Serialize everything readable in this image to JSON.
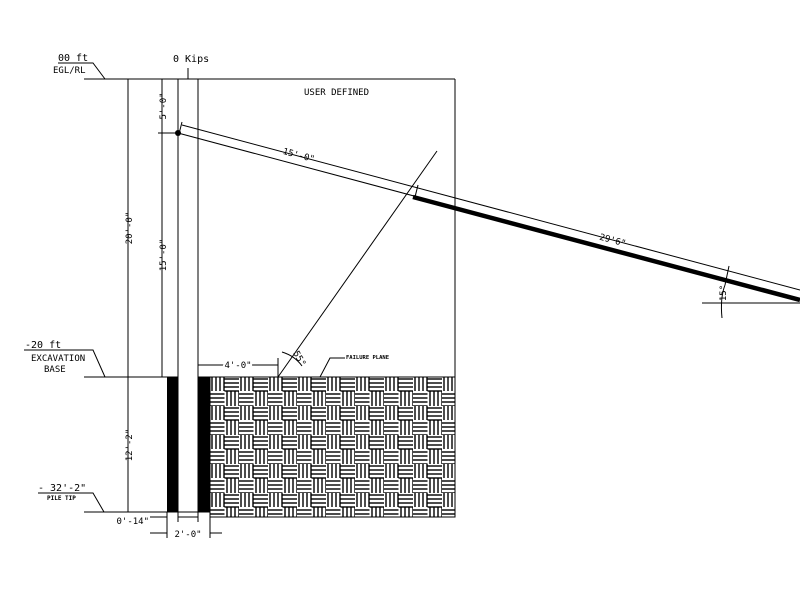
{
  "labels": {
    "ground_level": "00 ft",
    "ground_ref": "EGL/RL",
    "load": "0 Kips",
    "box_title": "USER DEFINED",
    "excavation_level": "-20 ft",
    "excavation_line1": "EXCAVATION",
    "excavation_line2": "BASE",
    "pile_tip_level": "- 32'-2\"",
    "pile_tip": "PILE TIP",
    "failure_plane": "FAILURE PLANE"
  },
  "dimensions": {
    "total_depth": "20'-0\"",
    "anchor_depth": "5'-0\"",
    "below_anchor": "15'-0\"",
    "embedment": "12'-2\"",
    "free_length": "15'-0\"",
    "bond_length": "29'6\"",
    "anchor_angle": "15°",
    "failure_angle": "55°",
    "failure_offset": "4'-0\"",
    "wall_thickness": "0'-14\"",
    "pile_width": "2'-0\""
  }
}
